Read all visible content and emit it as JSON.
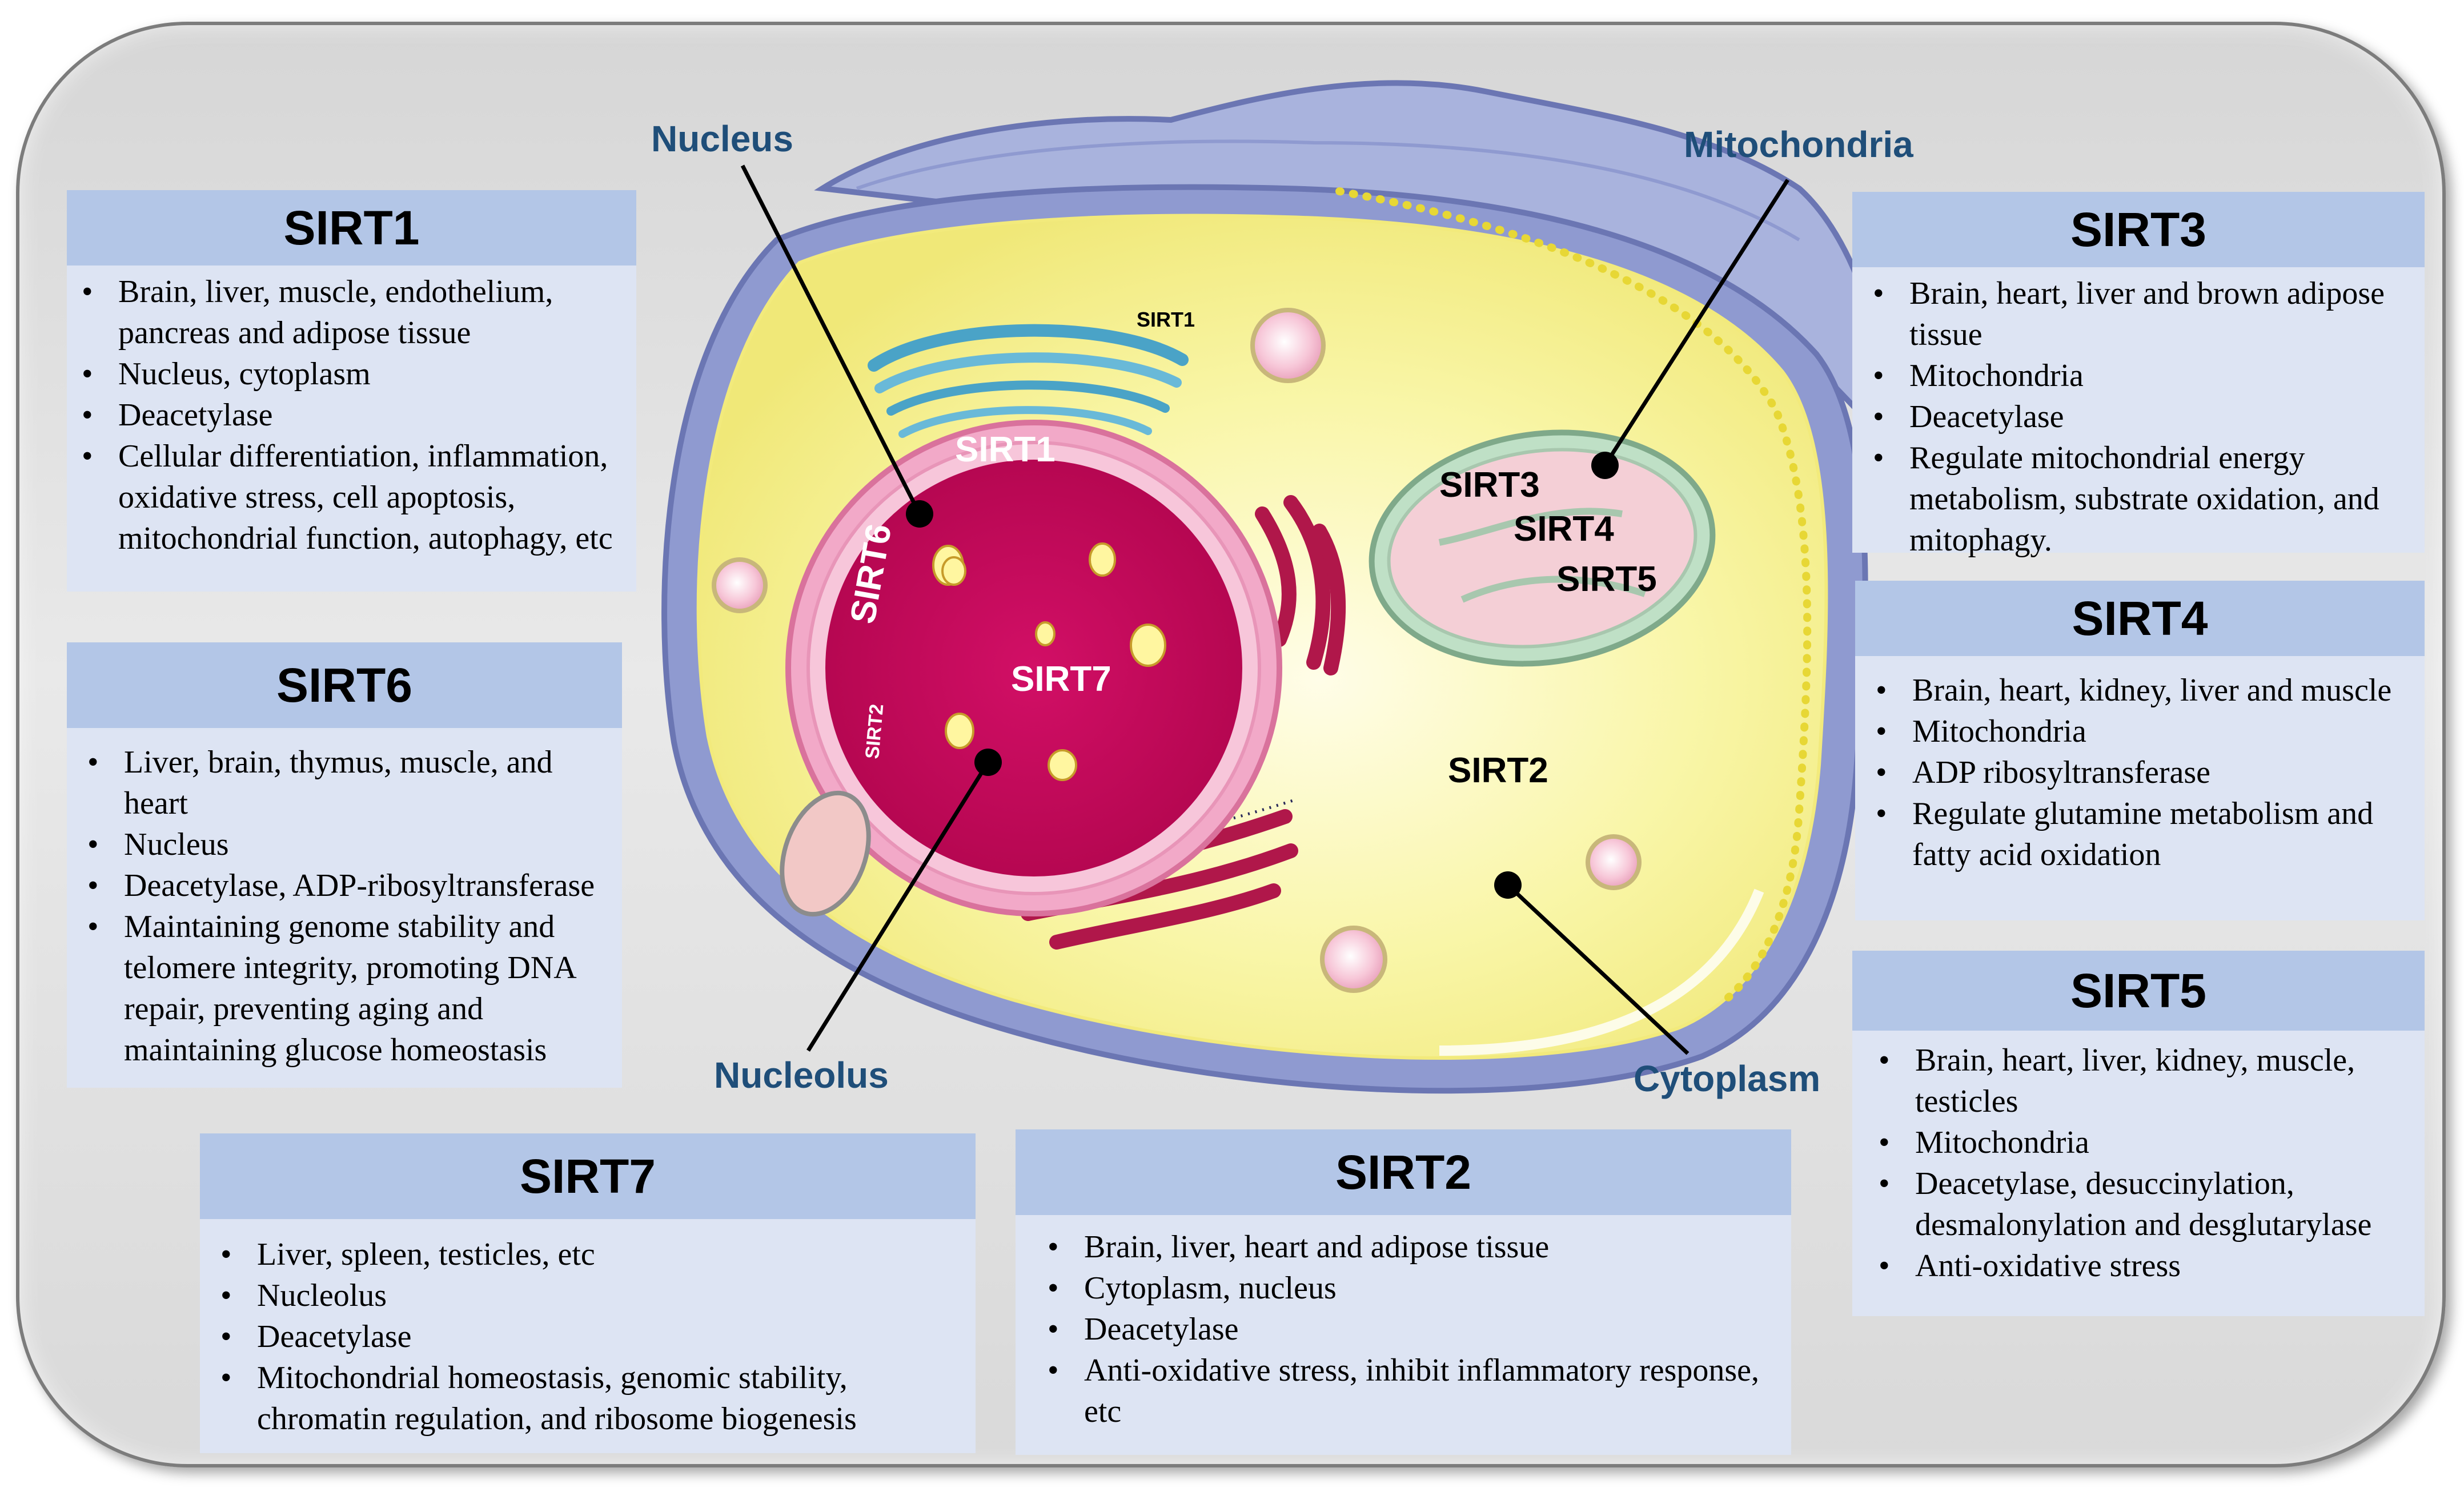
{
  "callouts": {
    "nucleus": "Nucleus",
    "mitochondria": "Mitochondria",
    "nucleolus": "Nucleolus",
    "cytoplasm": "Cytoplasm"
  },
  "cell_labels": {
    "sirt1_small": "SIRT1",
    "sirt1_nucleus": "SIRT1",
    "sirt6": "SIRT6",
    "sirt2_small": "SIRT2",
    "sirt7": "SIRT7",
    "sirt3": "SIRT3",
    "sirt4": "SIRT4",
    "sirt5": "SIRT5",
    "sirt2_cyto": "SIRT2"
  },
  "boxes": {
    "sirt1": {
      "title": "SIRT1",
      "items": [
        "Brain, liver, muscle, endothelium, pancreas and adipose tissue",
        "Nucleus, cytoplasm",
        "Deacetylase",
        "Cellular differentiation, inflammation, oxidative stress, cell apoptosis, mitochondrial function, autophagy, etc"
      ]
    },
    "sirt6": {
      "title": "SIRT6",
      "items": [
        "Liver, brain, thymus, muscle, and heart",
        "Nucleus",
        "Deacetylase, ADP-ribosyltransferase",
        "Maintaining genome stability and telomere integrity, promoting DNA repair, preventing aging and maintaining glucose homeostasis"
      ]
    },
    "sirt7": {
      "title": "SIRT7",
      "items": [
        "Liver, spleen, testicles, etc",
        "Nucleolus",
        "Deacetylase",
        "Mitochondrial homeostasis, genomic stability, chromatin regulation, and ribosome biogenesis"
      ]
    },
    "sirt2": {
      "title": "SIRT2",
      "items": [
        "Brain, liver, heart and adipose tissue",
        "Cytoplasm, nucleus",
        "Deacetylase",
        "Anti-oxidative stress, inhibit inflammatory response, etc"
      ]
    },
    "sirt3": {
      "title": "SIRT3",
      "items": [
        "Brain, heart, liver and brown adipose tissue",
        "Mitochondria",
        "Deacetylase",
        "Regulate mitochondrial energy metabolism, substrate oxidation, and mitophagy."
      ]
    },
    "sirt4": {
      "title": "SIRT4",
      "items": [
        "Brain, heart, kidney, liver and muscle",
        "Mitochondria",
        "ADP ribosyltransferase",
        "Regulate glutamine metabolism and fatty acid oxidation"
      ]
    },
    "sirt5": {
      "title": "SIRT5",
      "items": [
        "Brain, heart, liver, kidney, muscle, testicles",
        "Mitochondria",
        "Deacetylase, desuccinylation, desmalonylation and desglutarylase",
        "Anti-oxidative stress"
      ]
    }
  },
  "colors": {
    "cytoplasm": "#f7f39a",
    "nucleus": "#c8095e",
    "membrane": "#7f8cc8",
    "callout_text": "#1f4e79",
    "box_header": "#b3c6e7",
    "box_body": "#dde4f3"
  }
}
